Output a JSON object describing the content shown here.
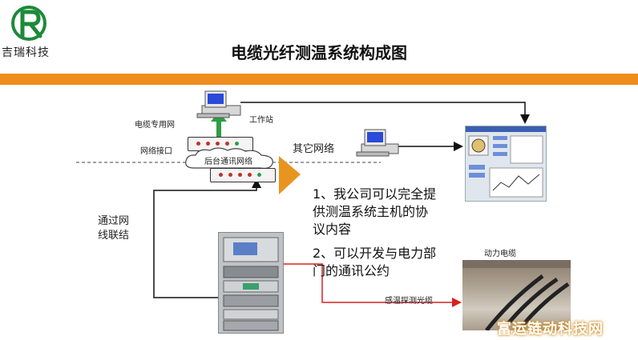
{
  "header": {
    "logo_text": "吉瑞科技",
    "title": "电缆光纤测温系统构成图"
  },
  "labels": {
    "dedicated_network": "电缆专用网",
    "workstation": "工作站",
    "network_interface": "网络接口",
    "backend_network": "后台通讯网络",
    "other_network": "其它网络",
    "networked_line1": "通过网",
    "networked_line2": "线联结",
    "power_cable": "动力电缆",
    "sensing_fiber": "感温探测光缆"
  },
  "notes": {
    "note1_line1": "1、我公司可以完全提",
    "note1_line2": "供测温系统主机的协",
    "note1_line3": "议内容",
    "note2_line1": "2、可以开发与电力部",
    "note2_line2": "门的通讯公约"
  },
  "watermark": "富运链动科技网",
  "colors": {
    "accent_bar": "#f08c1e",
    "arrow_green": "#2e9e44",
    "fiber_red": "#d92020",
    "triangle": "#e8951f"
  }
}
